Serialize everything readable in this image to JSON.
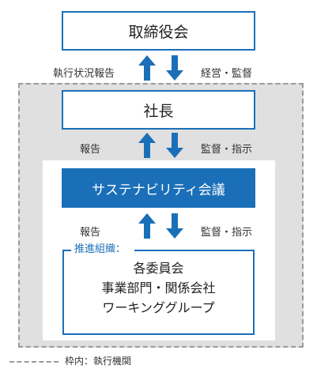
{
  "board": "取締役会",
  "president": "社長",
  "council": "サステナビリティ会議",
  "report_to_board": "執行状況報告",
  "to_president": "経営・監督",
  "report_1": "報告",
  "instruct_1": "監督・指示",
  "report_2": "報告",
  "instruct_2": "監督・指示",
  "org_label": "推進組織：",
  "org_lines": [
    "各委員会",
    "事業部門・関係会社",
    "ワーキンググループ"
  ],
  "legend": "枠内：執行機関",
  "colors": {
    "blue": "#1b6fb8",
    "gray_bg": "#e0e0e0",
    "dash": "#9a9a9a"
  }
}
